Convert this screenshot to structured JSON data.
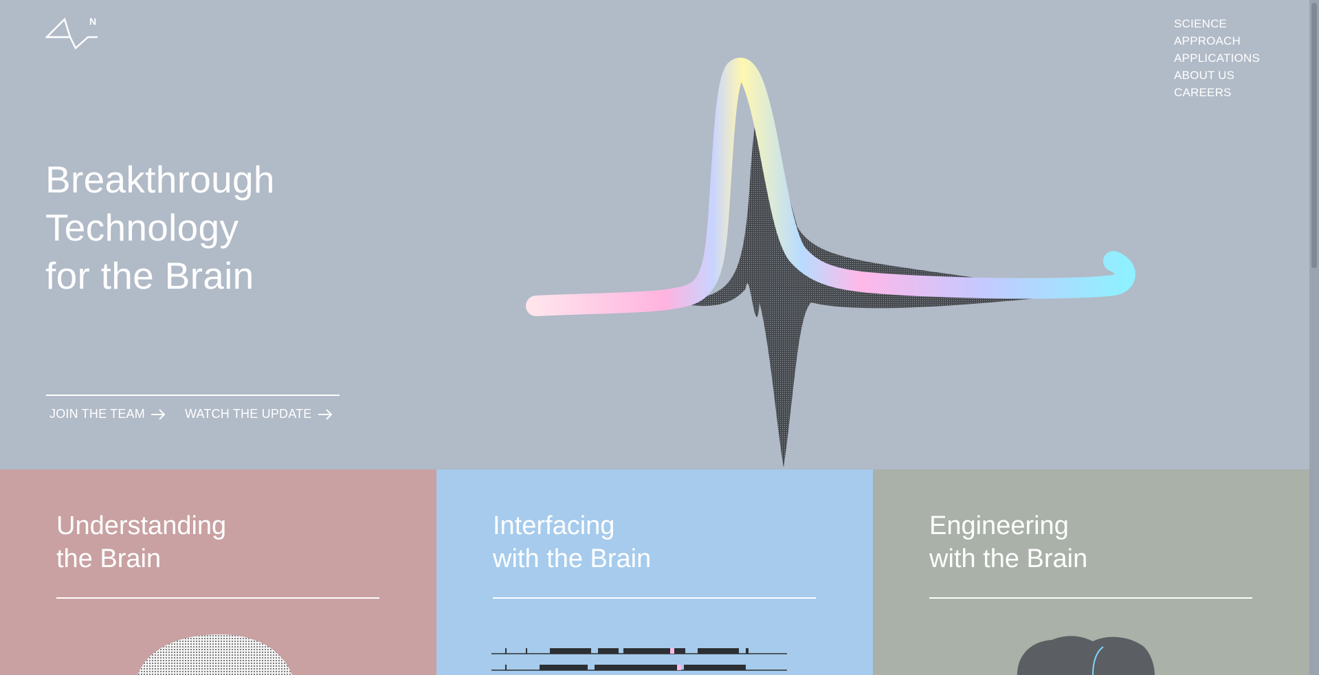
{
  "nav": {
    "items": [
      "SCIENCE",
      "APPROACH",
      "APPLICATIONS",
      "ABOUT US",
      "CAREERS"
    ]
  },
  "hero": {
    "title_lines": [
      "Breakthrough",
      "Technology",
      "for the Brain"
    ],
    "links": [
      {
        "label": "JOIN THE TEAM",
        "icon": "arrow-right-icon"
      },
      {
        "label": "WATCH THE UPDATE",
        "icon": "arrow-right-icon"
      }
    ]
  },
  "panels": [
    {
      "title_lines": [
        "Understanding",
        "the Brain"
      ],
      "color": "#c9a1a2"
    },
    {
      "title_lines": [
        "Interfacing",
        "with the Brain"
      ],
      "color": "#a6cbec"
    },
    {
      "title_lines": [
        "Engineering",
        "with the Brain"
      ],
      "color": "#a9b1a8"
    }
  ],
  "colors": {
    "background": "#b1bac7",
    "accent_text": "#ffffff"
  }
}
